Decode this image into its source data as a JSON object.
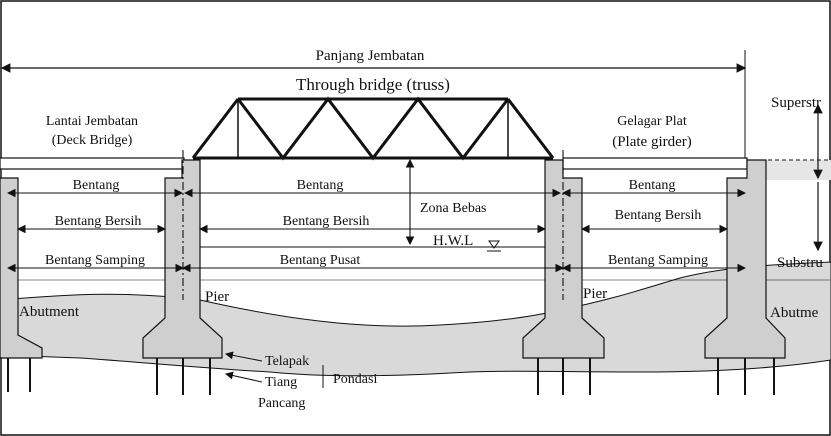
{
  "labels": {
    "panjang_jembatan": "Panjang Jembatan",
    "through_bridge": "Through bridge (truss)",
    "lantai_jembatan": "Lantai Jembatan",
    "deck_bridge": "(Deck Bridge)",
    "gelagar_plat": "Gelagar Plat",
    "plate_girder": "(Plate girder)",
    "superstructure": "Superstr",
    "substructure": "Substru",
    "bentang_left": "Bentang",
    "bentang_center": "Bentang",
    "bentang_right": "Bentang",
    "zona_bebas": "Zona Bebas",
    "bentang_bersih_left": "Bentang Bersih",
    "bentang_bersih_center": "Bentang Bersih",
    "bentang_bersih_right": "Bentang Bersih",
    "hwl": "H.W.L",
    "bentang_samping_left": "Bentang Samping",
    "bentang_pusat": "Bentang Pusat",
    "bentang_samping_right": "Bentang Samping",
    "pier_left": "Pier",
    "pier_right": "Pier",
    "abutment_left": "Abutment",
    "abutment_right": "Abutme",
    "telapak": "Telapak",
    "tiang": "Tiang",
    "pancang": "Pancang",
    "pondasi": "Pondasi"
  },
  "colors": {
    "ground": "#d9d9d9",
    "concrete": "#cfcfcf",
    "line": "#111111"
  }
}
